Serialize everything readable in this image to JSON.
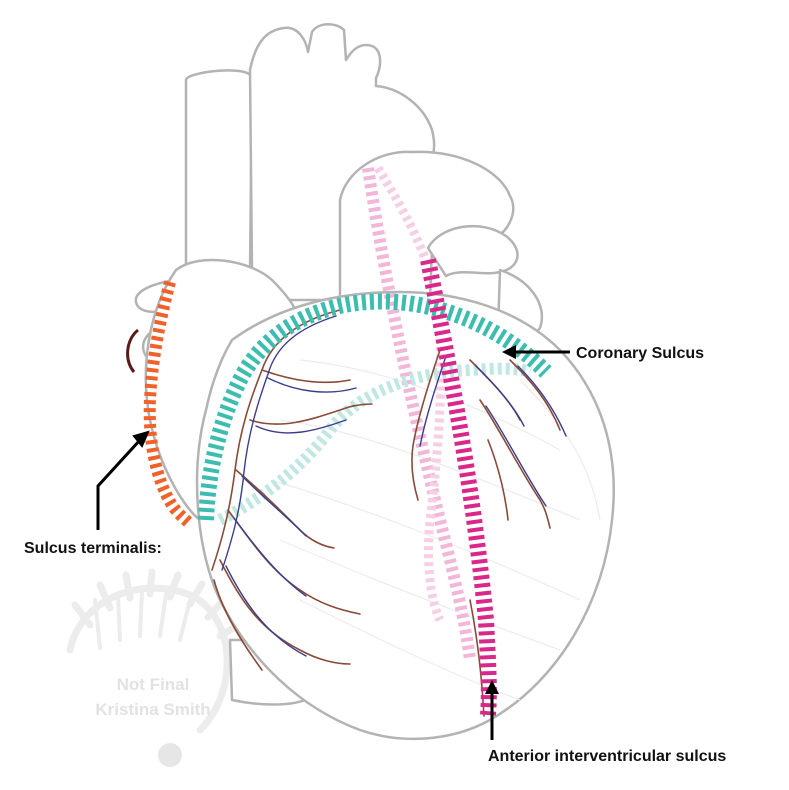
{
  "labels": {
    "coronary_sulcus": "Coronary Sulcus",
    "sulcus_terminalis": "Sulcus terminalis:",
    "anterior_interventricular_sulcus": "Anterior interventricular sulcus"
  },
  "watermark": {
    "line1": "Not Final",
    "line2": "Kristina Smith"
  },
  "colors": {
    "outline": "#b3b3b3",
    "coronary_sulcus": "#3dbdb0",
    "sulcus_terminalis": "#f0622a",
    "anterior_interventricular": "#d9288a",
    "posterior_interventricular": "#f2b6d8",
    "posterior_coronary": "#bfe8e3",
    "artery": "#8a4a3a",
    "vein": "#3a3e8c",
    "arrow": "#000000"
  }
}
